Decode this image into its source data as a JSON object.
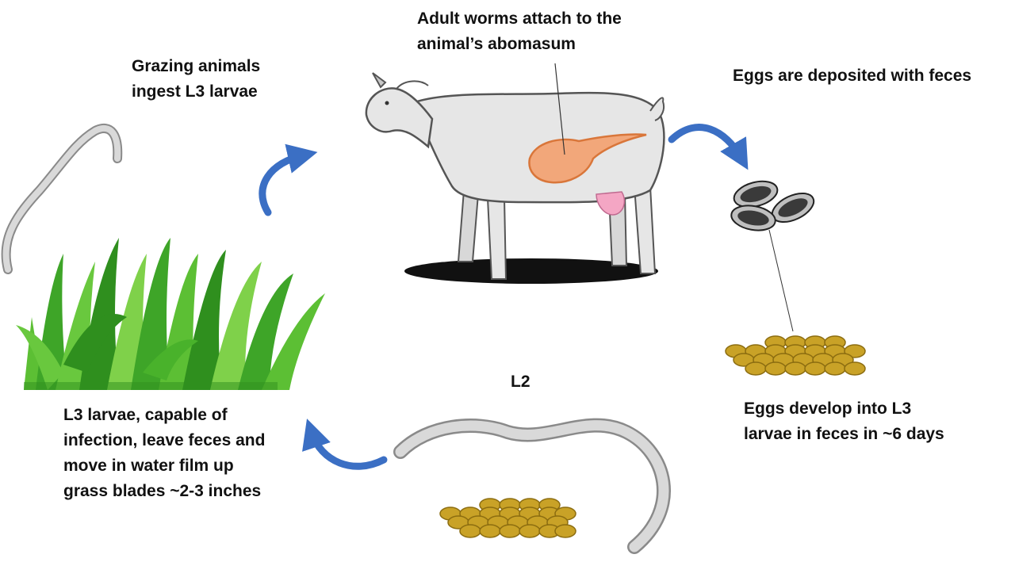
{
  "labels": {
    "grazing": [
      "Grazing animals",
      "ingest L3 larvae"
    ],
    "adult_worms": [
      "Adult worms attach to the",
      "animal’s abomasum"
    ],
    "eggs_deposited": [
      "Eggs are deposited with feces"
    ],
    "eggs_develop": [
      "Eggs develop into L3",
      "larvae in feces in ~6 days"
    ],
    "l2": [
      "L2"
    ],
    "l3_leave": [
      "L3 larvae, capable of",
      "infection, leave feces and",
      "move in water film up",
      "grass blades ~2-3 inches"
    ]
  },
  "colors": {
    "arrow": "#3b6fc4",
    "arrow_dark": "#24529e",
    "worm_fill": "#d9d9d9",
    "worm_stroke": "#8a8a8a",
    "goat_body": "#e6e6e6",
    "goat_shade": "#c8c8c8",
    "abomasum": "#f2a77a",
    "abomasum_stroke": "#d9763a",
    "udder": "#f4a6c4",
    "pellet": "#c9a227",
    "pellet_stroke": "#8c6d10",
    "grass_light": "#7fd14a",
    "grass_dark": "#2f8f1e",
    "egg_outer": "#bfbfbf",
    "egg_inner": "#3a3a3a",
    "shadow": "#111111"
  },
  "icons": [
    "worm-icon",
    "goat-icon",
    "grass-icon",
    "egg-icon",
    "fecal-pellets-icon",
    "curved-arrow-icon"
  ]
}
